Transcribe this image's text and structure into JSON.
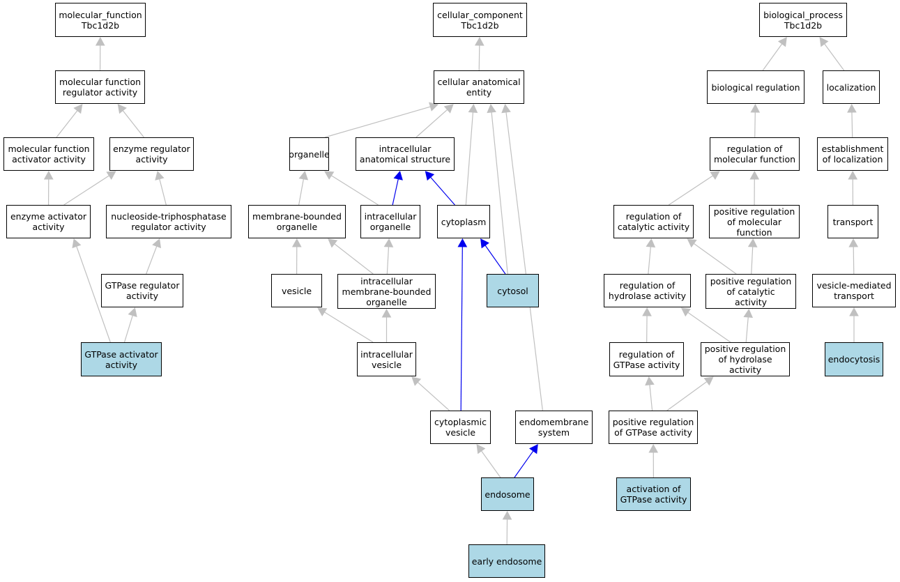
{
  "colors": {
    "highlight": "#add8e6",
    "edge_default": "#c0c0c0",
    "edge_path": "#0000ee",
    "node_border": "#000000"
  },
  "nodes": [
    {
      "id": "mf_root",
      "lines": [
        "molecular_function",
        "Tbc1d2b"
      ],
      "highlight": false
    },
    {
      "id": "mf_reg",
      "lines": [
        "molecular function",
        "regulator activity"
      ],
      "highlight": false
    },
    {
      "id": "mf_act",
      "lines": [
        "molecular function",
        "activator activity"
      ],
      "highlight": false
    },
    {
      "id": "enz_reg",
      "lines": [
        "enzyme regulator",
        "activity"
      ],
      "highlight": false
    },
    {
      "id": "enz_act",
      "lines": [
        "enzyme activator",
        "activity"
      ],
      "highlight": false
    },
    {
      "id": "ntp_reg",
      "lines": [
        "nucleoside-triphosphatase",
        "regulator activity"
      ],
      "highlight": false
    },
    {
      "id": "gtp_reg",
      "lines": [
        "GTPase regulator",
        "activity"
      ],
      "highlight": false
    },
    {
      "id": "gtp_act",
      "lines": [
        "GTPase activator",
        "activity"
      ],
      "highlight": true
    },
    {
      "id": "cc_root",
      "lines": [
        "cellular_component",
        "Tbc1d2b"
      ],
      "highlight": false
    },
    {
      "id": "cae",
      "lines": [
        "cellular anatomical",
        "entity"
      ],
      "highlight": false
    },
    {
      "id": "organelle",
      "lines": [
        "organelle"
      ],
      "highlight": false
    },
    {
      "id": "ias",
      "lines": [
        "intracellular",
        "anatomical structure"
      ],
      "highlight": false
    },
    {
      "id": "mbo",
      "lines": [
        "membrane-bounded",
        "organelle"
      ],
      "highlight": false
    },
    {
      "id": "io",
      "lines": [
        "intracellular",
        "organelle"
      ],
      "highlight": false
    },
    {
      "id": "cytoplasm",
      "lines": [
        "cytoplasm"
      ],
      "highlight": false
    },
    {
      "id": "vesicle",
      "lines": [
        "vesicle"
      ],
      "highlight": false
    },
    {
      "id": "imbo",
      "lines": [
        "intracellular",
        "membrane-bounded",
        "organelle"
      ],
      "highlight": false
    },
    {
      "id": "cytosol",
      "lines": [
        "cytosol"
      ],
      "highlight": true
    },
    {
      "id": "iv",
      "lines": [
        "intracellular",
        "vesicle"
      ],
      "highlight": false
    },
    {
      "id": "cv",
      "lines": [
        "cytoplasmic",
        "vesicle"
      ],
      "highlight": false
    },
    {
      "id": "ems",
      "lines": [
        "endomembrane",
        "system"
      ],
      "highlight": false
    },
    {
      "id": "endosome",
      "lines": [
        "endosome"
      ],
      "highlight": true
    },
    {
      "id": "early",
      "lines": [
        "early endosome"
      ],
      "highlight": true
    },
    {
      "id": "bp_root",
      "lines": [
        "biological_process",
        "Tbc1d2b"
      ],
      "highlight": false
    },
    {
      "id": "bioreg",
      "lines": [
        "biological regulation"
      ],
      "highlight": false
    },
    {
      "id": "loc",
      "lines": [
        "localization"
      ],
      "highlight": false
    },
    {
      "id": "reg_mf",
      "lines": [
        "regulation of",
        "molecular function"
      ],
      "highlight": false
    },
    {
      "id": "est_loc",
      "lines": [
        "establishment",
        "of localization"
      ],
      "highlight": false
    },
    {
      "id": "reg_cat",
      "lines": [
        "regulation of",
        "catalytic activity"
      ],
      "highlight": false
    },
    {
      "id": "pos_mf",
      "lines": [
        "positive regulation",
        "of molecular",
        "function"
      ],
      "highlight": false
    },
    {
      "id": "transport",
      "lines": [
        "transport"
      ],
      "highlight": false
    },
    {
      "id": "reg_hyd",
      "lines": [
        "regulation of",
        "hydrolase activity"
      ],
      "highlight": false
    },
    {
      "id": "pos_cat",
      "lines": [
        "positive regulation",
        "of catalytic",
        "activity"
      ],
      "highlight": false
    },
    {
      "id": "vmt",
      "lines": [
        "vesicle-mediated",
        "transport"
      ],
      "highlight": false
    },
    {
      "id": "reg_gtp",
      "lines": [
        "regulation of",
        "GTPase activity"
      ],
      "highlight": false
    },
    {
      "id": "pos_hyd",
      "lines": [
        "positive regulation",
        "of hydrolase",
        "activity"
      ],
      "highlight": false
    },
    {
      "id": "endocytosis",
      "lines": [
        "endocytosis"
      ],
      "highlight": true
    },
    {
      "id": "pos_gtp",
      "lines": [
        "positive regulation",
        "of GTPase activity"
      ],
      "highlight": false
    },
    {
      "id": "act_gtp",
      "lines": [
        "activation of",
        "GTPase activity"
      ],
      "highlight": true
    }
  ],
  "edges": [
    {
      "from": "mf_reg",
      "to": "mf_root",
      "color": "edge_default"
    },
    {
      "from": "mf_act",
      "to": "mf_reg",
      "color": "edge_default"
    },
    {
      "from": "enz_reg",
      "to": "mf_reg",
      "color": "edge_default"
    },
    {
      "from": "enz_act",
      "to": "mf_act",
      "color": "edge_default"
    },
    {
      "from": "enz_act",
      "to": "enz_reg",
      "color": "edge_default"
    },
    {
      "from": "ntp_reg",
      "to": "enz_reg",
      "color": "edge_default"
    },
    {
      "from": "gtp_reg",
      "to": "ntp_reg",
      "color": "edge_default"
    },
    {
      "from": "gtp_act",
      "to": "enz_act",
      "color": "edge_default"
    },
    {
      "from": "gtp_act",
      "to": "gtp_reg",
      "color": "edge_default"
    },
    {
      "from": "cae",
      "to": "cc_root",
      "color": "edge_default"
    },
    {
      "from": "organelle",
      "to": "cae",
      "color": "edge_default"
    },
    {
      "from": "ias",
      "to": "cae",
      "color": "edge_default"
    },
    {
      "from": "cytoplasm",
      "to": "cae",
      "color": "edge_default"
    },
    {
      "from": "cytosol",
      "to": "cae",
      "color": "edge_default"
    },
    {
      "from": "ems",
      "to": "cae",
      "color": "edge_default"
    },
    {
      "from": "mbo",
      "to": "organelle",
      "color": "edge_default"
    },
    {
      "from": "io",
      "to": "organelle",
      "color": "edge_default"
    },
    {
      "from": "io",
      "to": "ias",
      "color": "edge_path"
    },
    {
      "from": "cytoplasm",
      "to": "ias",
      "color": "edge_path"
    },
    {
      "from": "vesicle",
      "to": "mbo",
      "color": "edge_default"
    },
    {
      "from": "imbo",
      "to": "mbo",
      "color": "edge_default"
    },
    {
      "from": "imbo",
      "to": "io",
      "color": "edge_default"
    },
    {
      "from": "cytosol",
      "to": "cytoplasm",
      "color": "edge_path"
    },
    {
      "from": "iv",
      "to": "vesicle",
      "color": "edge_default"
    },
    {
      "from": "iv",
      "to": "imbo",
      "color": "edge_default"
    },
    {
      "from": "cv",
      "to": "iv",
      "color": "edge_default"
    },
    {
      "from": "cv",
      "to": "cytoplasm",
      "color": "edge_path"
    },
    {
      "from": "endosome",
      "to": "cv",
      "color": "edge_default"
    },
    {
      "from": "endosome",
      "to": "ems",
      "color": "edge_path"
    },
    {
      "from": "early",
      "to": "endosome",
      "color": "edge_default"
    },
    {
      "from": "bioreg",
      "to": "bp_root",
      "color": "edge_default"
    },
    {
      "from": "loc",
      "to": "bp_root",
      "color": "edge_default"
    },
    {
      "from": "reg_mf",
      "to": "bioreg",
      "color": "edge_default"
    },
    {
      "from": "est_loc",
      "to": "loc",
      "color": "edge_default"
    },
    {
      "from": "reg_cat",
      "to": "reg_mf",
      "color": "edge_default"
    },
    {
      "from": "pos_mf",
      "to": "reg_mf",
      "color": "edge_default"
    },
    {
      "from": "transport",
      "to": "est_loc",
      "color": "edge_default"
    },
    {
      "from": "reg_hyd",
      "to": "reg_cat",
      "color": "edge_default"
    },
    {
      "from": "pos_cat",
      "to": "reg_cat",
      "color": "edge_default"
    },
    {
      "from": "pos_cat",
      "to": "pos_mf",
      "color": "edge_default"
    },
    {
      "from": "vmt",
      "to": "transport",
      "color": "edge_default"
    },
    {
      "from": "reg_gtp",
      "to": "reg_hyd",
      "color": "edge_default"
    },
    {
      "from": "pos_hyd",
      "to": "reg_hyd",
      "color": "edge_default"
    },
    {
      "from": "pos_hyd",
      "to": "pos_cat",
      "color": "edge_default"
    },
    {
      "from": "endocytosis",
      "to": "vmt",
      "color": "edge_default"
    },
    {
      "from": "pos_gtp",
      "to": "reg_gtp",
      "color": "edge_default"
    },
    {
      "from": "pos_gtp",
      "to": "pos_hyd",
      "color": "edge_default"
    },
    {
      "from": "act_gtp",
      "to": "pos_gtp",
      "color": "edge_default"
    }
  ]
}
